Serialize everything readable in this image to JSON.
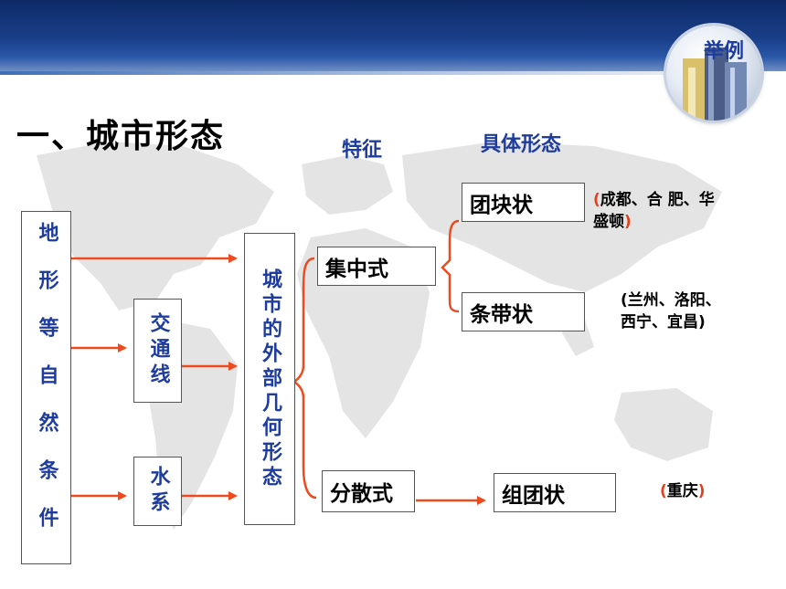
{
  "slide": {
    "badge_label": "举例",
    "title": "一、城市形态",
    "headers": {
      "feature": "特征",
      "form": "具体形态"
    }
  },
  "diagram": {
    "terrain": "地形等自然条件",
    "traffic": "交通线",
    "water": "水系",
    "shape": "城市的外部几何形态",
    "concentrated": "集中式",
    "dispersed": "分散式",
    "block": "团块状",
    "strip": "条带状",
    "cluster": "组团状"
  },
  "examples": {
    "block": {
      "open": "(",
      "line1": "成都、合 肥、华",
      "line2": "盛顿",
      "close": ")"
    },
    "strip": {
      "open": "(",
      "line1": "兰州、洛阳、",
      "line2": "西宁、宜昌",
      "close": ")"
    },
    "cluster": {
      "open": "(",
      "line1": "重庆",
      "close": ")"
    }
  },
  "colors": {
    "header_blue": "#0d2a66",
    "label_blue": "#1e3c9e",
    "arrow_red": "#ee4a1e",
    "map_gray": "#e4e4e4"
  }
}
